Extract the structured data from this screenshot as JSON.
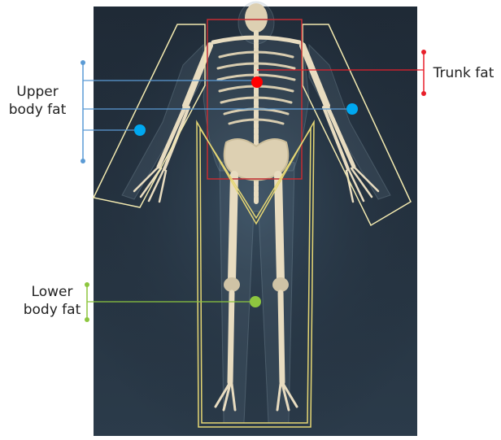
{
  "labels": {
    "upper": {
      "line1": "Upper",
      "line2": "body fat"
    },
    "trunk": {
      "line1": "Trunk fat"
    },
    "lower": {
      "line1": "Lower",
      "line2": "body fat"
    }
  },
  "regions": {
    "upper": {
      "color": "#5b9bd5",
      "dot_color": "#00a8f0"
    },
    "trunk": {
      "color": "#e81f2a",
      "dot_color": "#ff0000"
    },
    "lower": {
      "color": "#8dc63f",
      "dot_color": "#8dc63f"
    }
  },
  "background": {
    "top": "#1f2a36",
    "bottom": "#2b3b4a"
  },
  "outline_color": "#f3eab0"
}
